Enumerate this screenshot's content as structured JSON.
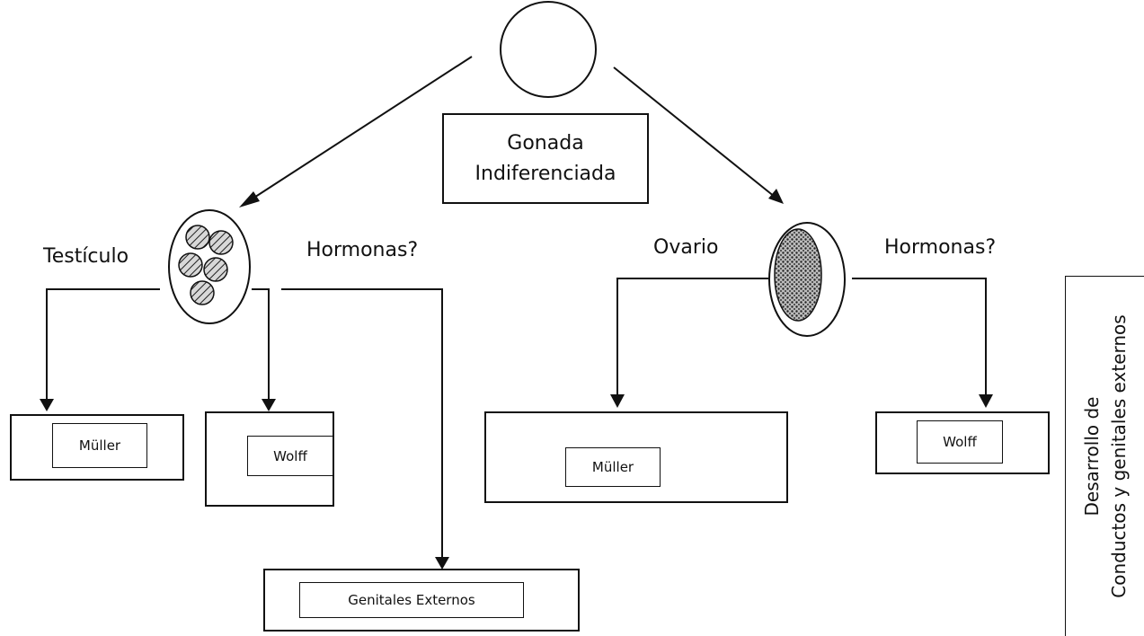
{
  "root": {
    "line1": "Gonada",
    "line2": "Indiferenciada"
  },
  "male": {
    "gonad_label": "Testículo",
    "hormones_label": "Hormonas?",
    "duct1": "Müller",
    "duct2": "Wolff",
    "external": "Genitales Externos"
  },
  "female": {
    "gonad_label": "Ovario",
    "hormones_label": "Hormonas?",
    "duct1": "Müller",
    "duct2": "Wolff"
  },
  "side_note": {
    "line1": "Desarrollo de",
    "line2": "Conductos y genitales externos"
  }
}
